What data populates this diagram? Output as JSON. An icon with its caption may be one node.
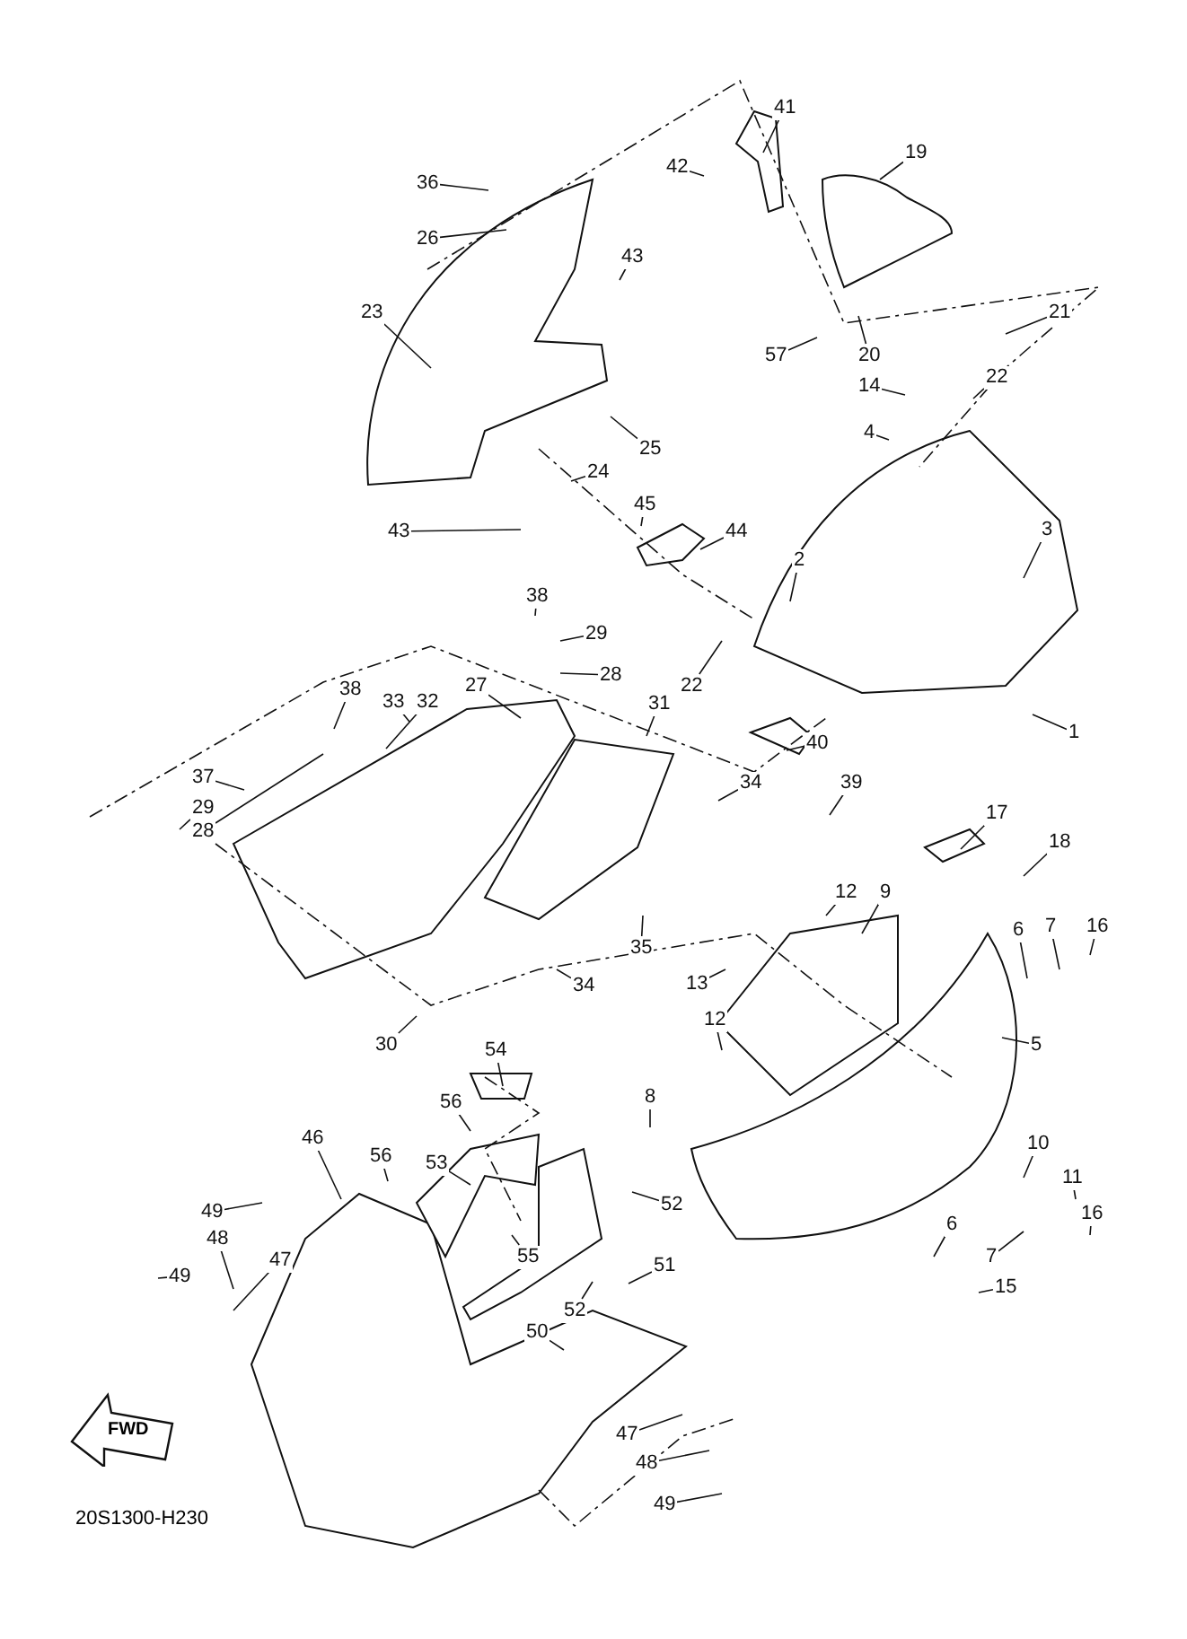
{
  "diagram": {
    "nodes": [
      {
        "text": [
          "41"
        ]
      },
      {
        "text": [
          "19"
        ]
      },
      {
        "text": [
          "36"
        ]
      },
      {
        "text": [
          "42"
        ]
      },
      {
        "text": [
          "26"
        ]
      },
      {
        "text": [
          "43"
        ]
      },
      {
        "text": [
          "23"
        ]
      },
      {
        "text": [
          "21"
        ]
      },
      {
        "text": [
          "57"
        ]
      },
      {
        "text": [
          "20"
        ]
      },
      {
        "text": [
          "14"
        ]
      },
      {
        "text": [
          "22"
        ]
      },
      {
        "text": [
          "25"
        ]
      },
      {
        "text": [
          "4"
        ]
      },
      {
        "text": [
          "24"
        ]
      },
      {
        "text": [
          "43"
        ]
      },
      {
        "text": [
          "45"
        ]
      },
      {
        "text": [
          "44"
        ]
      },
      {
        "text": [
          "3"
        ]
      },
      {
        "text": [
          "2"
        ]
      },
      {
        "text": [
          "38"
        ]
      },
      {
        "text": [
          "29"
        ]
      },
      {
        "text": [
          "28"
        ]
      },
      {
        "text": [
          "22"
        ]
      },
      {
        "text": [
          "1"
        ]
      },
      {
        "text": [
          "38"
        ]
      },
      {
        "text": [
          "33"
        ]
      },
      {
        "text": [
          "32"
        ]
      },
      {
        "text": [
          "27"
        ]
      },
      {
        "text": [
          "31"
        ]
      },
      {
        "text": [
          "40"
        ]
      },
      {
        "text": [
          "37"
        ]
      },
      {
        "text": [
          "29"
        ]
      },
      {
        "text": [
          "28"
        ]
      },
      {
        "text": [
          "39"
        ]
      },
      {
        "text": [
          "34"
        ]
      },
      {
        "text": [
          "17"
        ]
      },
      {
        "text": [
          "18"
        ]
      },
      {
        "text": [
          "12"
        ]
      },
      {
        "text": [
          "9"
        ]
      },
      {
        "text": [
          "16"
        ]
      },
      {
        "text": [
          "7"
        ]
      },
      {
        "text": [
          "6"
        ]
      },
      {
        "text": [
          "35"
        ]
      },
      {
        "text": [
          "34"
        ]
      },
      {
        "text": [
          "13"
        ]
      },
      {
        "text": [
          "12"
        ]
      },
      {
        "text": [
          "30"
        ]
      },
      {
        "text": [
          "54"
        ]
      },
      {
        "text": [
          "5"
        ]
      },
      {
        "text": [
          "8"
        ]
      },
      {
        "text": [
          "56"
        ]
      },
      {
        "text": [
          "56"
        ]
      },
      {
        "text": [
          "53"
        ]
      },
      {
        "text": [
          "46"
        ]
      },
      {
        "text": [
          "10"
        ]
      },
      {
        "text": [
          "11"
        ]
      },
      {
        "text": [
          "16"
        ]
      },
      {
        "text": [
          "52"
        ]
      },
      {
        "text": [
          "49"
        ]
      },
      {
        "text": [
          "48"
        ]
      },
      {
        "text": [
          "55"
        ]
      },
      {
        "text": [
          "6"
        ]
      },
      {
        "text": [
          "51"
        ]
      },
      {
        "text": [
          "47"
        ]
      },
      {
        "text": [
          "7"
        ]
      },
      {
        "text": [
          "49"
        ]
      },
      {
        "text": [
          "52"
        ]
      },
      {
        "text": [
          "50"
        ]
      },
      {
        "text": [
          "15"
        ]
      },
      {
        "text": [
          "47"
        ]
      },
      {
        "text": [
          "48"
        ]
      },
      {
        "text": [
          "49"
        ]
      },
      {
        "text": [
          "FWD"
        ]
      }
    ],
    "edges": [
      {
        "from": 0,
        "to": null,
        "arrow": "none"
      },
      {
        "from": 1,
        "to": null,
        "arrow": "none"
      },
      {
        "from": 2,
        "to": null,
        "arrow": "none"
      },
      {
        "from": 3,
        "to": null,
        "arrow": "none"
      },
      {
        "from": 4,
        "to": null,
        "arrow": "none"
      },
      {
        "from": 5,
        "to": null,
        "arrow": "none"
      },
      {
        "from": 6,
        "to": null,
        "arrow": "none"
      },
      {
        "from": 7,
        "to": null,
        "arrow": "none"
      },
      {
        "from": 8,
        "to": null,
        "arrow": "none"
      },
      {
        "from": 9,
        "to": null,
        "arrow": "none"
      },
      {
        "from": 10,
        "to": null,
        "arrow": "none"
      },
      {
        "from": 11,
        "to": null,
        "arrow": "none"
      },
      {
        "from": 12,
        "to": null,
        "arrow": "none"
      },
      {
        "from": 13,
        "to": null,
        "arrow": "none"
      },
      {
        "from": 14,
        "to": null,
        "arrow": "none"
      },
      {
        "from": 15,
        "to": null,
        "arrow": "none"
      },
      {
        "from": 16,
        "to": null,
        "arrow": "none"
      },
      {
        "from": 17,
        "to": null,
        "arrow": "none"
      },
      {
        "from": 18,
        "to": null,
        "arrow": "none"
      },
      {
        "from": 19,
        "to": null,
        "arrow": "none"
      },
      {
        "from": 20,
        "to": null,
        "arrow": "none"
      },
      {
        "from": 21,
        "to": null,
        "arrow": "none"
      },
      {
        "from": 22,
        "to": null,
        "arrow": "none"
      },
      {
        "from": 23,
        "to": null,
        "arrow": "none"
      },
      {
        "from": 24,
        "to": null,
        "arrow": "none"
      },
      {
        "from": 25,
        "to": null,
        "arrow": "none"
      },
      {
        "from": 26,
        "to": null,
        "arrow": "none"
      },
      {
        "from": 27,
        "to": null,
        "arrow": "none"
      },
      {
        "from": 28,
        "to": null,
        "arrow": "none"
      },
      {
        "from": 29,
        "to": null,
        "arrow": "none"
      },
      {
        "from": 30,
        "to": null,
        "arrow": "none"
      },
      {
        "from": 31,
        "to": null,
        "arrow": "none"
      },
      {
        "from": 32,
        "to": null,
        "arrow": "none"
      },
      {
        "from": 33,
        "to": null,
        "arrow": "none"
      },
      {
        "from": 34,
        "to": null,
        "arrow": "none"
      },
      {
        "from": 35,
        "to": null,
        "arrow": "none"
      },
      {
        "from": 36,
        "to": null,
        "arrow": "none"
      },
      {
        "from": 37,
        "to": null,
        "arrow": "none"
      },
      {
        "from": 38,
        "to": null,
        "arrow": "none"
      },
      {
        "from": 39,
        "to": null,
        "arrow": "none"
      },
      {
        "from": 40,
        "to": null,
        "arrow": "none"
      },
      {
        "from": 41,
        "to": null,
        "arrow": "none"
      },
      {
        "from": 42,
        "to": null,
        "arrow": "none"
      },
      {
        "from": 43,
        "to": null,
        "arrow": "none"
      },
      {
        "from": 44,
        "to": null,
        "arrow": "none"
      },
      {
        "from": 45,
        "to": null,
        "arrow": "none"
      },
      {
        "from": 46,
        "to": null,
        "arrow": "none"
      },
      {
        "from": 47,
        "to": null,
        "arrow": "none"
      },
      {
        "from": 48,
        "to": null,
        "arrow": "none"
      },
      {
        "from": 49,
        "to": null,
        "arrow": "none"
      },
      {
        "from": 50,
        "to": null,
        "arrow": "none"
      },
      {
        "from": 51,
        "to": null,
        "arrow": "none"
      },
      {
        "from": 52,
        "to": null,
        "arrow": "none"
      },
      {
        "from": 53,
        "to": null,
        "arrow": "none"
      },
      {
        "from": 54,
        "to": null,
        "arrow": "none"
      },
      {
        "from": 55,
        "to": null,
        "arrow": "none"
      },
      {
        "from": 56,
        "to": null,
        "arrow": "none"
      },
      {
        "from": 57,
        "to": null,
        "arrow": "none"
      },
      {
        "from": 58,
        "to": null,
        "arrow": "none"
      },
      {
        "from": 59,
        "to": null,
        "arrow": "none"
      },
      {
        "from": 60,
        "to": null,
        "arrow": "none"
      },
      {
        "from": 61,
        "to": null,
        "arrow": "none"
      },
      {
        "from": 62,
        "to": null,
        "arrow": "none"
      },
      {
        "from": 63,
        "to": null,
        "arrow": "none"
      },
      {
        "from": 64,
        "to": null,
        "arrow": "none"
      },
      {
        "from": 65,
        "to": null,
        "arrow": "none"
      },
      {
        "from": 66,
        "to": null,
        "arrow": "none"
      },
      {
        "from": 67,
        "to": null,
        "arrow": "none"
      },
      {
        "from": 68,
        "to": null,
        "arrow": "none"
      },
      {
        "from": 69,
        "to": null,
        "arrow": "none"
      },
      {
        "from": 70,
        "to": null,
        "arrow": "none"
      },
      {
        "from": 71,
        "to": null,
        "arrow": "none"
      },
      {
        "from": 72,
        "to": null,
        "arrow": "none"
      }
    ],
    "labels": [
      "20S1300-H230"
    ]
  }
}
